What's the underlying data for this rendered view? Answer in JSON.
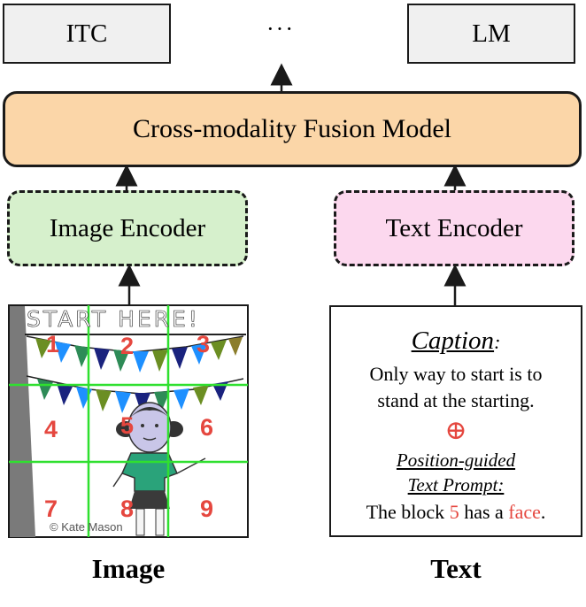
{
  "top_boxes": {
    "left": "ITC",
    "dots": "···",
    "right": "LM"
  },
  "fusion_model": {
    "label": "Cross-modality Fusion Model"
  },
  "encoders": {
    "image": "Image Encoder",
    "text": "Text Encoder"
  },
  "image_panel": {
    "banner_text": "START HERE!",
    "grid_numbers": [
      "1",
      "2",
      "3",
      "4",
      "5",
      "6",
      "7",
      "8",
      "9"
    ],
    "watermark": "© Kate Mason"
  },
  "text_panel": {
    "caption_title": "Caption",
    "caption_colon": ":",
    "caption_line1": "Only way to start is to",
    "caption_line2": "stand at the starting.",
    "oplus": "⊕",
    "prompt_title1": "Position-guided",
    "prompt_title2": "Text Prompt:",
    "prompt_pre": "The block ",
    "prompt_block": "5",
    "prompt_mid": " has a ",
    "prompt_obj": "face",
    "prompt_end": "."
  },
  "labels": {
    "image": "Image",
    "text": "Text"
  },
  "colors": {
    "accent_red": "#e5473f",
    "grid_green": "#2fe02f",
    "fusion_fill": "#fbd6a8",
    "image_encoder_fill": "#d6f0cc",
    "text_encoder_fill": "#fcd8ee"
  }
}
